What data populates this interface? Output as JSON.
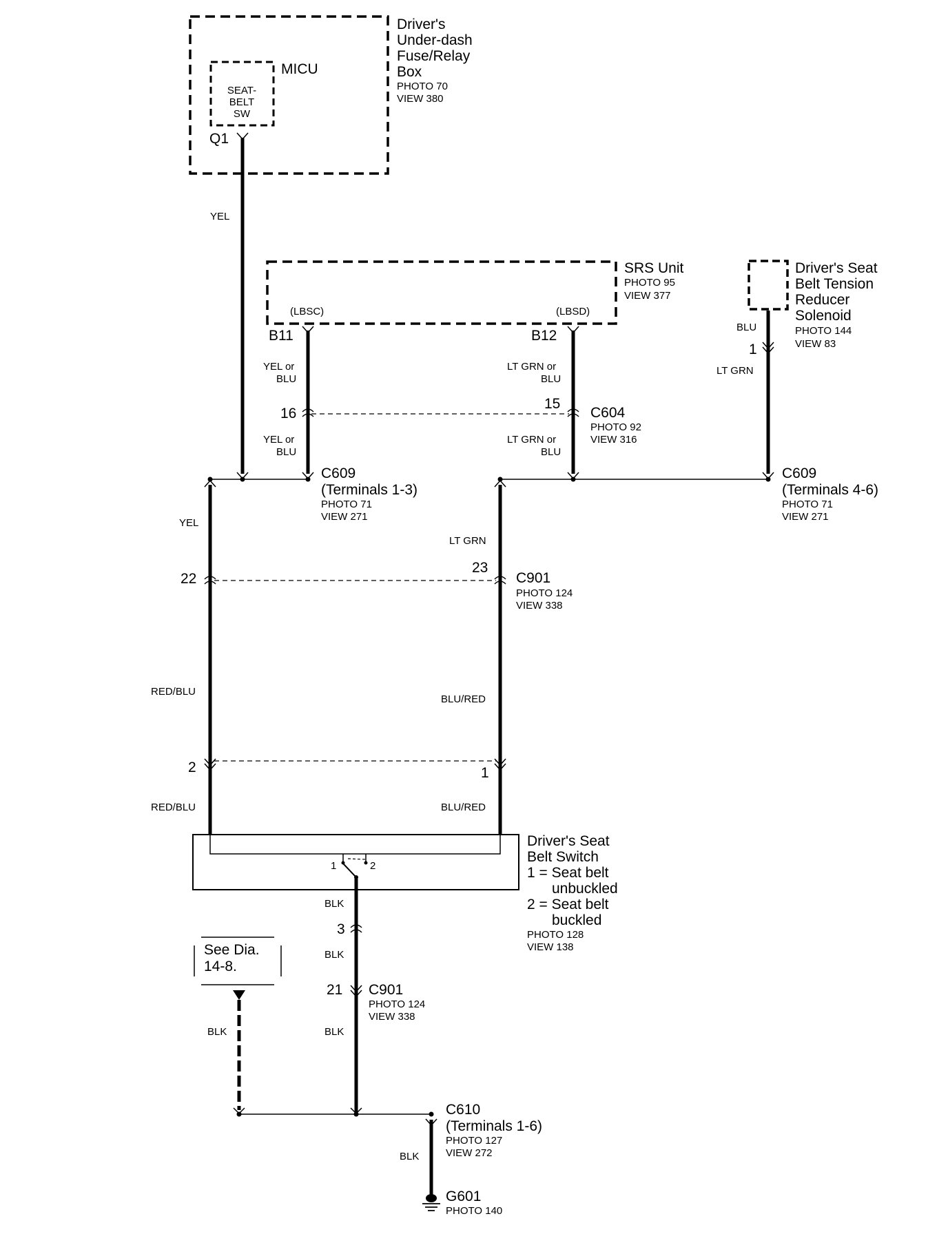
{
  "components": {
    "fuse_box": {
      "lines": [
        "Driver's",
        "Under-dash",
        "Fuse/Relay",
        "Box"
      ],
      "photo": "PHOTO 70",
      "view": "VIEW 380"
    },
    "micu": {
      "label": "MICU",
      "inner_lines": [
        "SEAT-",
        "BELT",
        "SW"
      ],
      "terminal": "Q1"
    },
    "srs_unit": {
      "label": "SRS Unit",
      "photo": "PHOTO 95",
      "view": "VIEW 377",
      "left_signal": "(LBSC)",
      "right_signal": "(LBSD)",
      "left_terminal": "B11",
      "right_terminal": "B12"
    },
    "solenoid": {
      "lines": [
        "Driver's Seat",
        "Belt Tension",
        "Reducer",
        "Solenoid"
      ],
      "photo": "PHOTO 144",
      "view": "VIEW 83",
      "pin": "1"
    },
    "seat_switch": {
      "lines": [
        "Driver's Seat",
        "Belt Switch"
      ],
      "legend": [
        "1 = Seat belt",
        "unbuckled",
        "2 = Seat belt",
        "buckled"
      ],
      "photo": "PHOTO 128",
      "view": "VIEW 138",
      "pin_1": "1",
      "pin_2": "2"
    },
    "see_dia": {
      "lines": [
        "See Dia.",
        "14-8."
      ]
    }
  },
  "connectors": {
    "c604": {
      "name": "C604",
      "photo": "PHOTO 92",
      "view": "VIEW 316",
      "left_pin": "16",
      "right_pin": "15"
    },
    "c609_left": {
      "name": "C609",
      "terminals": "(Terminals 1-3)",
      "photo": "PHOTO 71",
      "view": "VIEW 271"
    },
    "c609_right": {
      "name": "C609",
      "terminals": "(Terminals 4-6)",
      "photo": "PHOTO 71",
      "view": "VIEW 271"
    },
    "c901_upper": {
      "name": "C901",
      "photo": "PHOTO 124",
      "view": "VIEW 338",
      "left_pin": "22",
      "right_pin": "23"
    },
    "switch_connector": {
      "left_pin": "2",
      "right_pin": "1"
    },
    "c901_lower": {
      "name": "C901",
      "photo": "PHOTO 124",
      "view": "VIEW 338",
      "pin_upper": "3",
      "pin_lower": "21"
    },
    "c610": {
      "name": "C610",
      "terminals": "(Terminals 1-6)",
      "photo": "PHOTO 127",
      "view": "VIEW 272"
    },
    "g601": {
      "name": "G601",
      "photo": "PHOTO 140"
    }
  },
  "wires": {
    "yel_q1": "YEL",
    "yel_or_blu_upper": [
      "YEL or",
      "BLU"
    ],
    "yel_or_blu_lower": [
      "YEL or",
      "BLU"
    ],
    "ltgrn_or_blu_upper": [
      "LT GRN or",
      "BLU"
    ],
    "ltgrn_or_blu_lower": [
      "LT GRN or",
      "BLU"
    ],
    "blu_solenoid": "BLU",
    "ltgrn_solenoid": "LT GRN",
    "yel_left": "YEL",
    "ltgrn_center": "LT GRN",
    "redblu_upper": "RED/BLU",
    "blured_upper": "BLU/RED",
    "redblu_lower": "RED/BLU",
    "blured_lower": "BLU/RED",
    "blk_switch_1": "BLK",
    "blk_switch_2": "BLK",
    "blk_switch_3": "BLK",
    "blk_see_dia": "BLK",
    "blk_ground": "BLK"
  }
}
